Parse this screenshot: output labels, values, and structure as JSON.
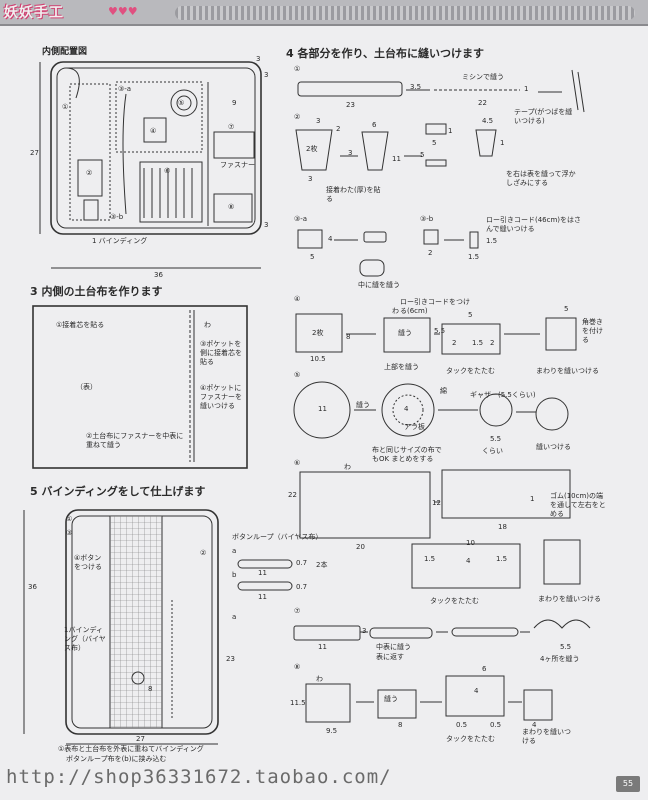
{
  "header": {
    "logo": "妖妖手工",
    "hearts": "♥♥♥"
  },
  "sections": {
    "layout": {
      "title": "内側配置図",
      "dims": {
        "height": "27",
        "width": "36",
        "corner_top": "3",
        "corner_side": "3",
        "corner_bottom": "3",
        "pocket_w": "9"
      },
      "labels": {
        "binding": "1 バインディング",
        "zipper": "ファスナー",
        "p1": "①",
        "p2": "②",
        "p3a": "③-a",
        "p3b": "③-b",
        "p4": "④",
        "p5": "⑤",
        "p6": "⑥",
        "p7": "⑦",
        "p8": "⑧"
      }
    },
    "inner_base": {
      "title": "3 内側の土台布を作ります",
      "notes": [
        "①接着芯を貼る",
        "③ポケットを側に接着芯を貼る",
        "④ポケットにファスナーを縫いつける",
        "②土台布にファスナーを中表に重ねて縫う"
      ],
      "front": "（表）",
      "wa": "わ"
    },
    "binding": {
      "title": "5 バインディングをして仕上げます",
      "labels": [
        "③",
        "④ボタンをつける",
        "1バインディング（バイヤス布）",
        "①",
        "②"
      ],
      "loop": "ボタンループ（バイヤス布）",
      "loop_a": "a",
      "loop_b": "b",
      "loop_count": "2本",
      "loop_dims": [
        "11",
        "0.7",
        "11",
        "0.7"
      ],
      "dims": {
        "height": "36",
        "side": "23",
        "width": "27",
        "button": "8",
        "a": "a"
      },
      "footnote1": "①表布と土台布を外表に重ねてバインディング",
      "footnote2": "ボタンループ布を(b)に挟み込む"
    },
    "parts": {
      "title": "4 各部分を作り、土台布に縫いつけます",
      "step1": {
        "n": "①",
        "d1": "23",
        "d2": "3.5",
        "d3": "22",
        "d4": "1",
        "note1": "ミシンで縫う",
        "note2": "テープ(がつばを縫いつける)"
      },
      "step2": {
        "n": "②",
        "n2": "2枚",
        "d1": "3",
        "d2": "2",
        "d3": "3",
        "d4": "6",
        "d5": "3",
        "d6": "5",
        "d7": "11",
        "d8": "4.5",
        "d9": "1",
        "n3": "1",
        "n4": "5",
        "note1": "接着わた(厚)を貼る",
        "note2": "を右は表を縫って浮かしざみにする"
      },
      "step3a": {
        "n": "③-a",
        "d1": "5",
        "d2": "4",
        "note": "中に縫を縫う"
      },
      "step3b": {
        "n": "③-b",
        "d1": "2",
        "d2": "1.5",
        "d3": "1.5",
        "note": "ロー引きコード(46cm)をはさんで縫いつける"
      },
      "step4": {
        "n": "④",
        "n2": "2枚",
        "d1": "8",
        "d2": "10.5",
        "d3": "5.5",
        "d4": "5",
        "d5": "2",
        "d6": "1.5",
        "d7": "5",
        "d8": "2",
        "wa": "わ",
        "note1": "ロー引きコードをつける(6cm)",
        "note2": "上部を縫う",
        "note3": "タックをたたむ",
        "note4": "まわりを縫いつける",
        "note5": "角巻きを付ける",
        "nuu": "縫う"
      },
      "step5": {
        "n": "⑤",
        "d1": "11",
        "d2": "5.5",
        "d3": "4",
        "note1": "縫う",
        "note2": "ギャザー(5.5くらい)",
        "note3": "布と同じサイズの布でもOK まとめをする",
        "note4": "縫いつける",
        "note5": "くらい",
        "plus": "アラ板",
        "note6": "綿"
      },
      "step6": {
        "n": "⑥",
        "d1": "22",
        "d2": "20",
        "d3": "12",
        "d4": "18",
        "d5": "10",
        "d6": "1.5",
        "d7": "4",
        "d8": "1.5",
        "d9": "1",
        "wa": "わ",
        "note1": "ゴム(10cm)の端を通して左右をとめる",
        "note2": "タックをたたむ",
        "note3": "まわりを縫いつける"
      },
      "step7": {
        "n": "⑦",
        "d1": "3",
        "d2": "11",
        "d3": "5.5",
        "note1": "中表に縫う",
        "note2": "表に返す",
        "note3": "4ヶ所を縫う"
      },
      "step8": {
        "n": "⑧",
        "d1": "11.5",
        "d2": "9.5",
        "d3": "8",
        "d4": "6",
        "d5": "4",
        "d6": "0.5",
        "d7": "0.5",
        "d8": "4",
        "wa": "わ",
        "note1": "縫う",
        "note2": "タックをたたむ",
        "note3": "まわりを縫いつける"
      }
    }
  },
  "watermark": "http://shop36331672.taobao.com/",
  "page_number": "55"
}
